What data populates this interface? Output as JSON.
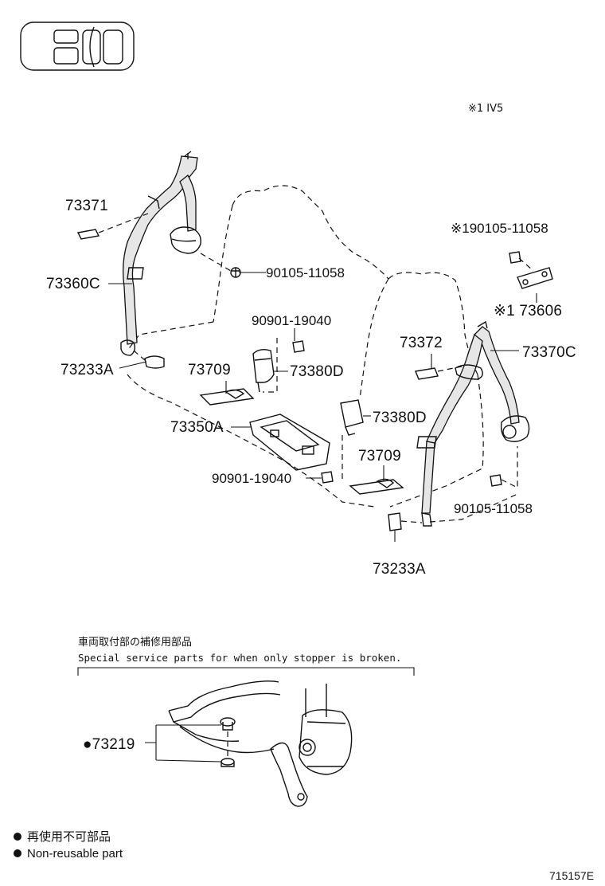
{
  "diagram": {
    "variant_note": "※1 IV5",
    "part_labels": {
      "p73371": "73371",
      "p73360C": "73360C",
      "p90105_11058_left": "90105-11058",
      "p73233A_left": "73233A",
      "p90901_19040_top": "90901-19040",
      "p73709_left": "73709",
      "p73380D_left": "73380D",
      "p73350A": "73350A",
      "p90901_19040_bottom": "90901-19040",
      "p73372": "73372",
      "p73380D_right": "73380D",
      "p73709_right": "73709",
      "p73233A_right": "73233A",
      "p190105_11058": "※190105-11058",
      "p73606": "※1 73606",
      "p73370C": "73370C",
      "p90105_11058_right": "90105-11058",
      "p73219": "●73219"
    },
    "service_note_ja": "車両取付部の補修用部品",
    "service_note_en": "Special service parts for when only stopper is broken.",
    "legend_ja": "再使用不可部品",
    "legend_en": "Non-reusable part",
    "figure_number": "715157E"
  }
}
